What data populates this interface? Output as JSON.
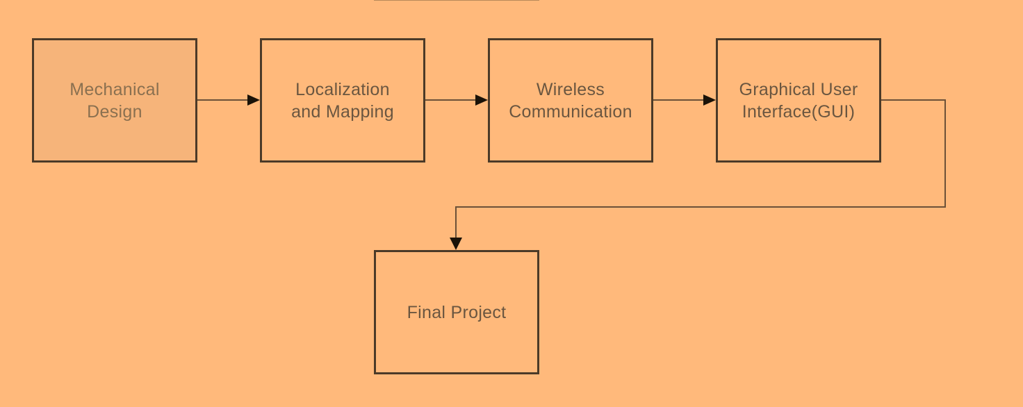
{
  "diagram": {
    "type": "flowchart",
    "colors": {
      "background": "#FFB97B",
      "node_border": "#4b3a28",
      "node_text": "#6a5640",
      "edge": "#6b5038",
      "arrowhead": "#1a1208"
    },
    "nodes": [
      {
        "id": "mechanical-design",
        "label": "Mechanical\nDesign"
      },
      {
        "id": "localization-mapping",
        "label": "Localization\nand Mapping"
      },
      {
        "id": "wireless-communication",
        "label": "Wireless\nCommunication"
      },
      {
        "id": "gui",
        "label": "Graphical User\nInterface(GUI)"
      },
      {
        "id": "final-project",
        "label": "Final Project"
      }
    ],
    "edges": [
      {
        "from": "mechanical-design",
        "to": "localization-mapping"
      },
      {
        "from": "localization-mapping",
        "to": "wireless-communication"
      },
      {
        "from": "wireless-communication",
        "to": "gui"
      },
      {
        "from": "gui",
        "to": "final-project"
      }
    ]
  }
}
